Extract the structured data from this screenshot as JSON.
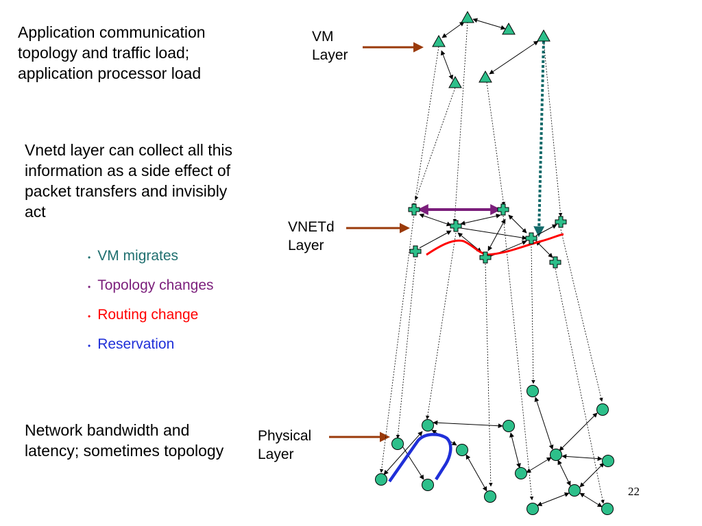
{
  "left_text": {
    "top": "Application communication topology and traffic load; application processor load",
    "middle": "Vnetd layer can collect all this information as a side effect of packet transfers and invisibly act",
    "bottom": "Network bandwidth and latency; sometimes topology"
  },
  "bullets": [
    {
      "text": "VM migrates",
      "color": "#1f6f6f"
    },
    {
      "text": "Topology changes",
      "color": "#7b1e7b"
    },
    {
      "text": "Routing change",
      "color": "#ff0000"
    },
    {
      "text": "Reservation",
      "color": "#1f2fd8"
    }
  ],
  "layers": {
    "vm": "VM Layer",
    "vnetd": "VNETd Layer",
    "physical": "Physical Layer"
  },
  "page_number": "22",
  "colors": {
    "node_fill": "#2dbf8a",
    "arrow_brown": "#9a3a0a",
    "migration": "#136a6a",
    "topology": "#7b1e7b",
    "routing": "#ff0000",
    "reservation": "#1f2fd8"
  }
}
